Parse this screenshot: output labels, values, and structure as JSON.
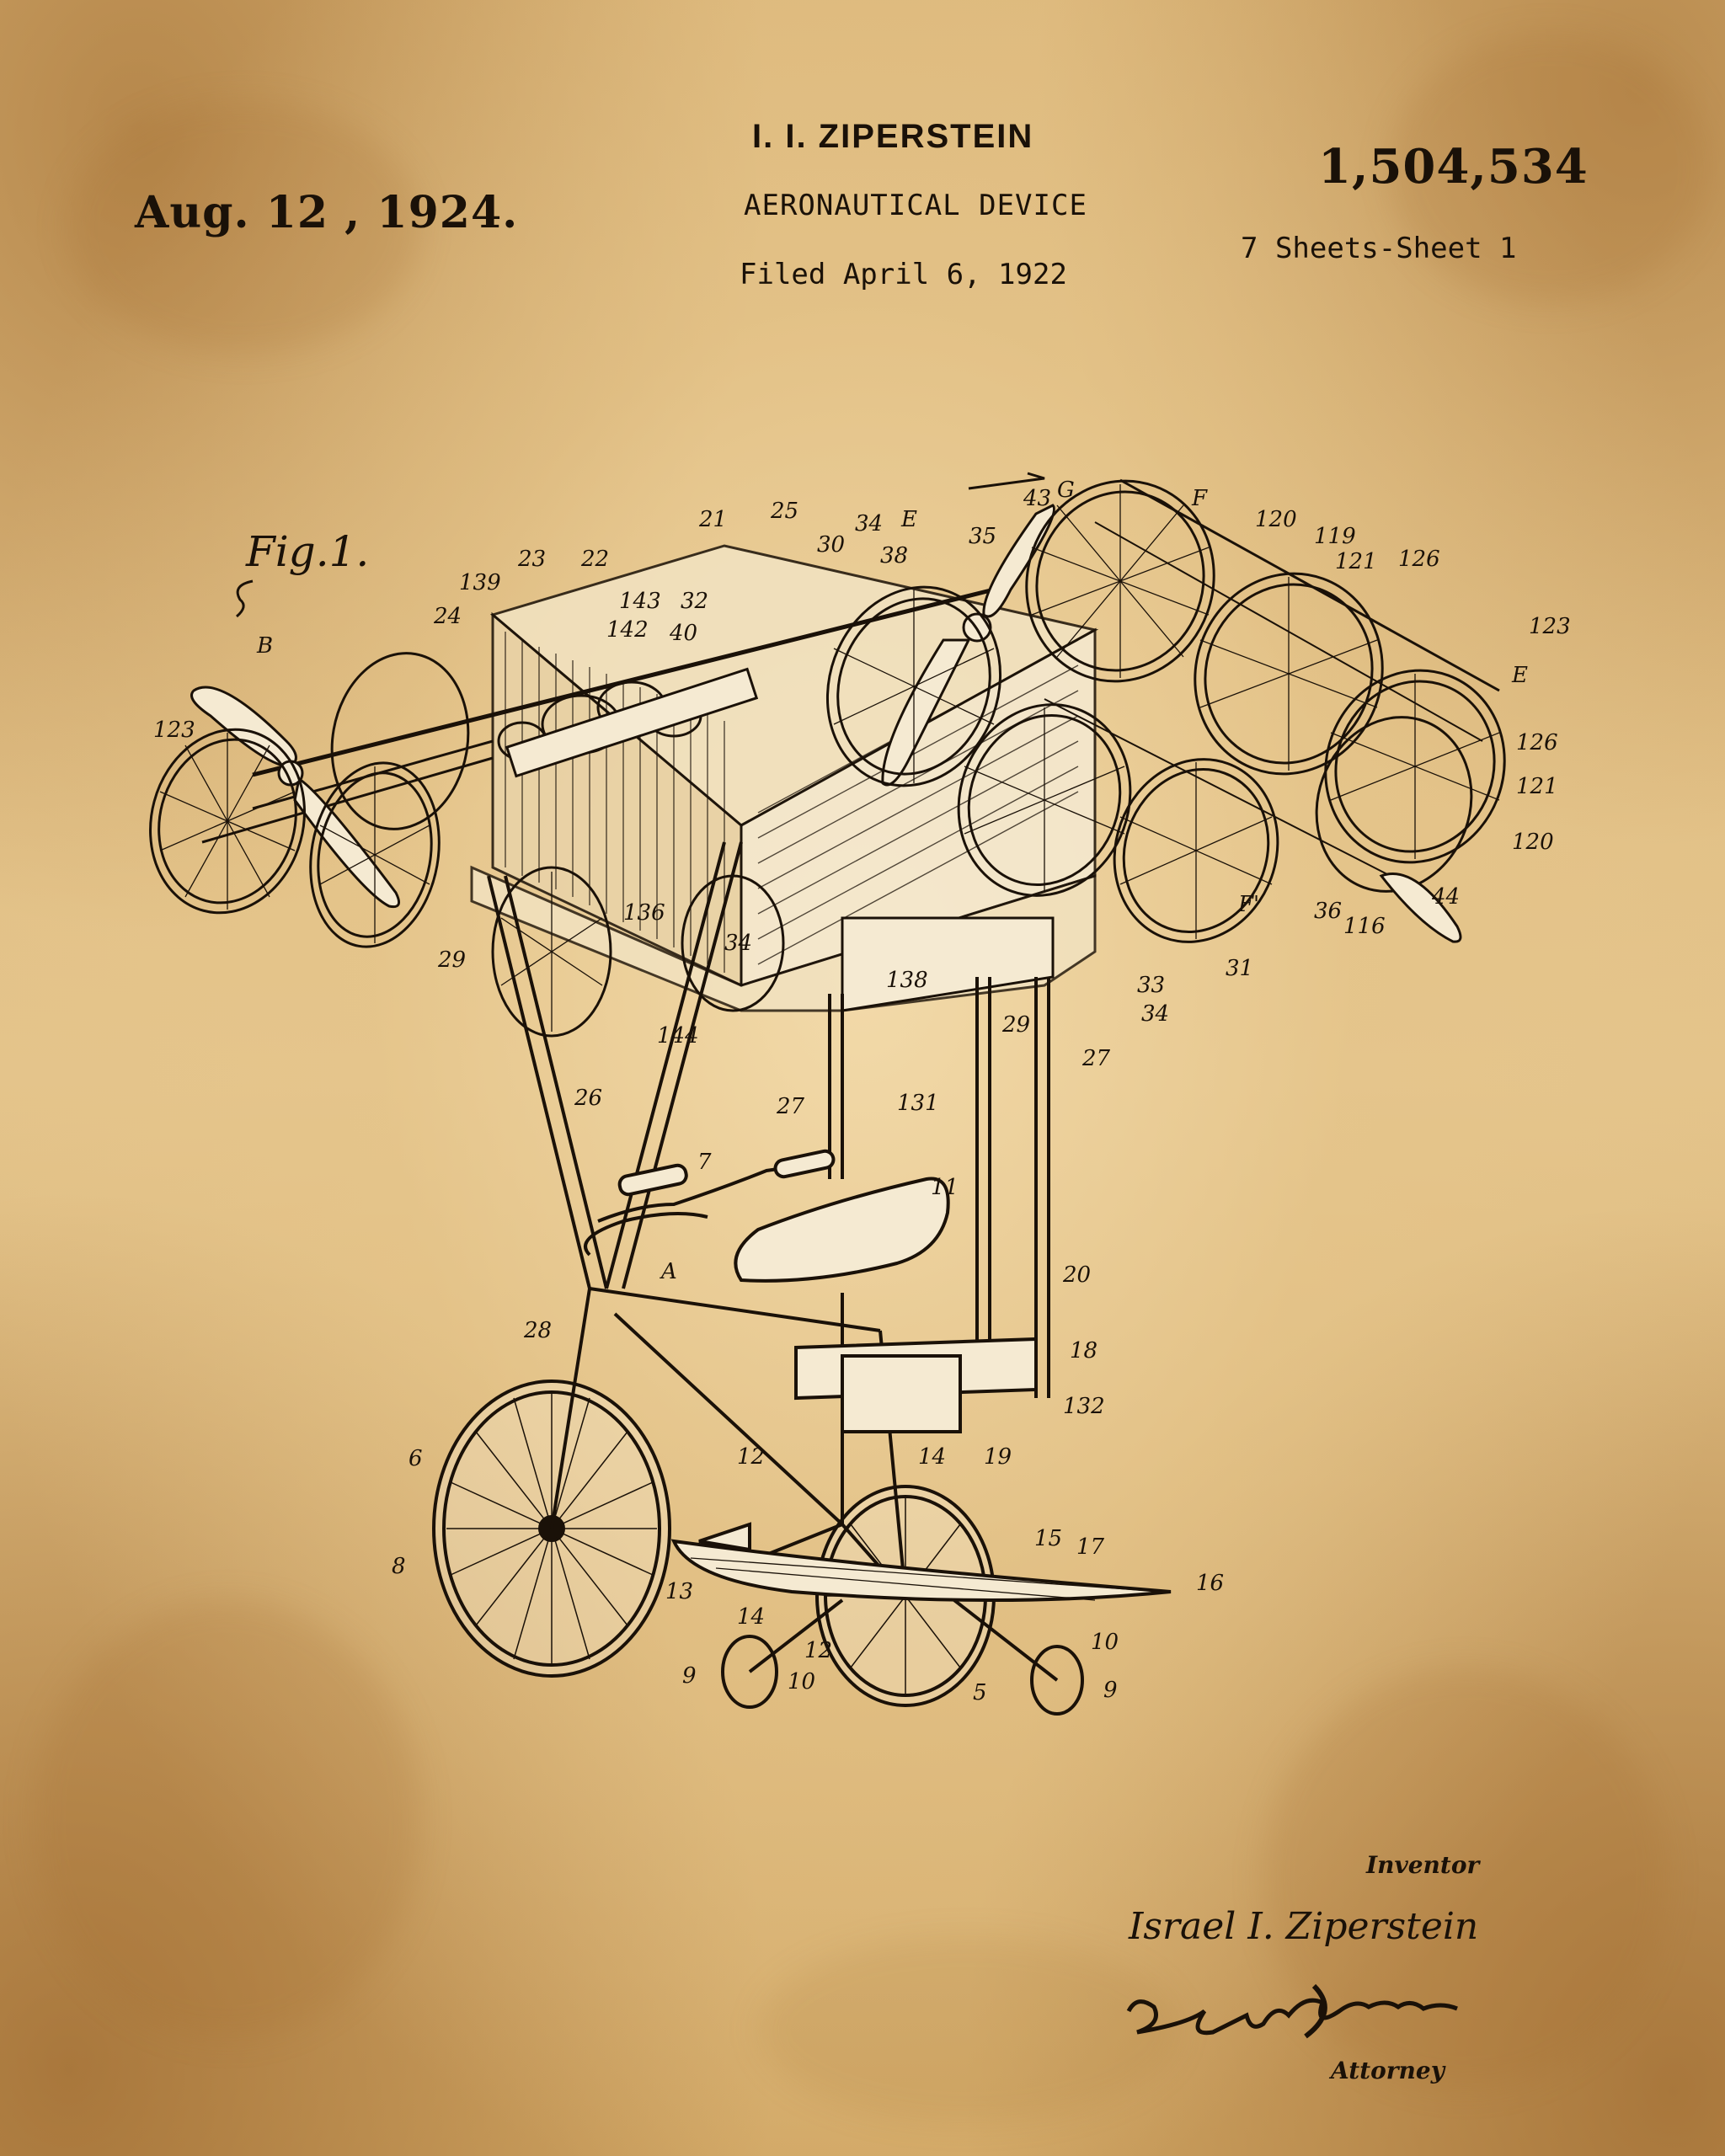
{
  "header": {
    "date": "Aug. 12 , 1924.",
    "inventor": "I. I. ZIPERSTEIN",
    "title": "AERONAUTICAL DEVICE",
    "filed": "Filed April 6, 1922",
    "patent_number": "1,504,534",
    "sheets": "7 Sheets-Sheet 1"
  },
  "figure": {
    "label": "Fig.1.",
    "ref_labels": [
      "B",
      "123",
      "24",
      "139",
      "23",
      "22",
      "143",
      "142",
      "32",
      "40",
      "21",
      "25",
      "30",
      "34",
      "38",
      "E",
      "35",
      "43",
      "G",
      "F",
      "120",
      "119",
      "121",
      "126",
      "123",
      "E",
      "126",
      "121",
      "120",
      "44",
      "116",
      "36",
      "F'",
      "31",
      "33",
      "34",
      "29",
      "136",
      "34",
      "138",
      "29",
      "27",
      "144",
      "26",
      "27",
      "131",
      "7",
      "11",
      "A",
      "20",
      "28",
      "18",
      "132",
      "6",
      "12",
      "14",
      "19",
      "8",
      "13",
      "15",
      "17",
      "16",
      "14",
      "12",
      "10",
      "9",
      "10",
      "5",
      "9"
    ]
  },
  "signature": {
    "inventor_label": "Inventor",
    "inventor_name": "Israel I. Ziperstein",
    "attorney_name": "Daniel Brennan",
    "attorney_label": "Attorney"
  },
  "colors": {
    "paper": "#e4c48b",
    "paper_dark": "#b07a3a",
    "ink": "#1a1108",
    "highlight": "#f5ead2"
  }
}
